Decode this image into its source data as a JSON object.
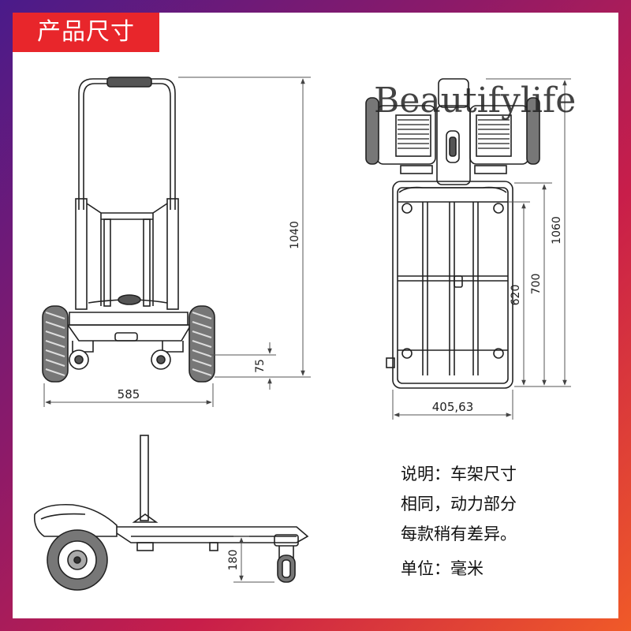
{
  "header": {
    "title": "产品尺寸"
  },
  "watermark": "Beautifylife",
  "dimensions": {
    "front_height": "1040",
    "front_width": "585",
    "front_base_height": "75",
    "top_total_length": "1060",
    "top_frame_length": "700",
    "top_deck_length": "620",
    "top_width": "405,63",
    "side_height": "180"
  },
  "notes": [
    "说明：车架尺寸",
    "相同，动力部分",
    "每款稍有差异。",
    "单位：毫米"
  ],
  "colors": {
    "accent": "#e8262b",
    "line": "#222222",
    "dim_line": "#555555"
  }
}
